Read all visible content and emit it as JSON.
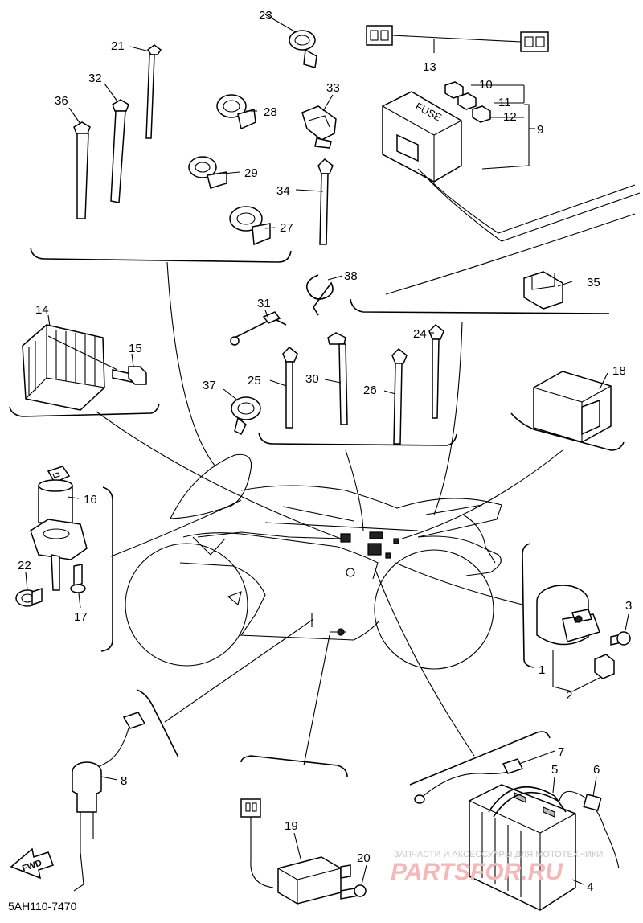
{
  "diagram": {
    "labels": {
      "l1": "1",
      "l2": "2",
      "l3": "3",
      "l4": "4",
      "l5": "5",
      "l6": "6",
      "l7": "7",
      "l8": "8",
      "l9": "9",
      "l10": "10",
      "l11": "11",
      "l12": "12",
      "l13": "13",
      "l14": "14",
      "l15": "15",
      "l16": "16",
      "l17": "17",
      "l18": "18",
      "l19": "19",
      "l20": "20",
      "l21": "21",
      "l22": "22",
      "l23": "23",
      "l24": "24",
      "l25": "25",
      "l26": "26",
      "l27": "27",
      "l28": "28",
      "l29": "29",
      "l30": "30",
      "l31": "31",
      "l32": "32",
      "l33": "33",
      "l34": "34",
      "l35": "35",
      "l36": "36",
      "l37": "37",
      "l38": "38"
    },
    "fuse_box_text": "FUSE",
    "fwd_arrow_text": "FWD",
    "catalog_code": "5AH110-7470"
  },
  "watermark": {
    "tagline": "ЗАПЧАСТИ И АКСЕССУАРЫ ДЛЯ МОТОТЕХНИКИ",
    "site": "PARTSFOR.RU",
    "color": "#f3b8b8"
  }
}
